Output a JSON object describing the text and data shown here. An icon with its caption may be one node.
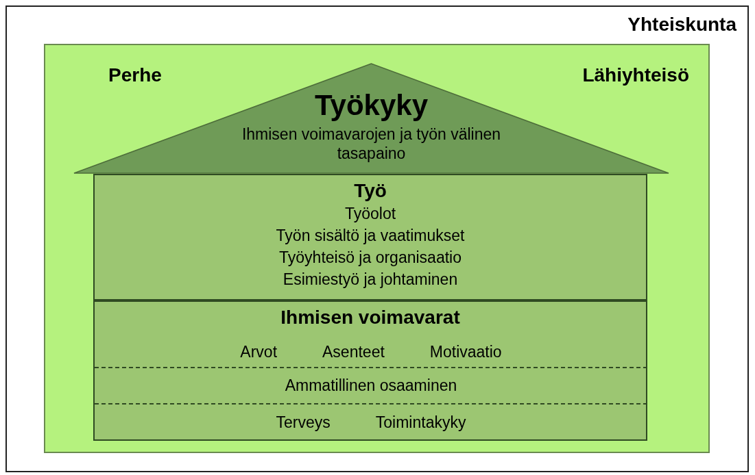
{
  "diagram": {
    "nodes": [
      {
        "text": [
          "Yhteiskunta"
        ]
      },
      {
        "text": [
          "Perhe",
          "Lähiyhteisö"
        ],
        "in": 0
      },
      {
        "text": [
          "Työkyky",
          "Ihmisen voimavarojen ja työn välinen tasapaino"
        ],
        "in": 1
      },
      {
        "text": [
          "Työ",
          "Työolot",
          "Työn sisältö ja vaatimukset",
          "Työyhteisö ja organisaatio",
          "Esimiestyö ja johtaminen"
        ],
        "in": 1
      },
      {
        "text": [
          "Ihmisen voimavarat"
        ],
        "in": 1
      },
      {
        "text": [
          "Arvot",
          "Asenteet",
          "Motivaatio"
        ],
        "in": 4
      },
      {
        "text": [
          "Ammatillinen osaaminen"
        ],
        "in": 4
      },
      {
        "text": [
          "Terveys",
          "Toimintakyky"
        ],
        "in": 4
      }
    ]
  }
}
